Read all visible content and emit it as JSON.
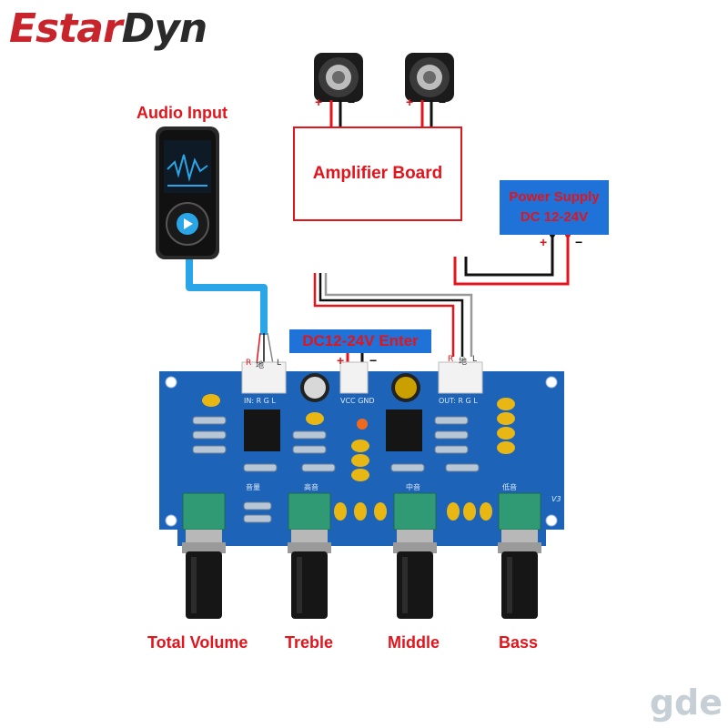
{
  "brand": {
    "part1": "Estar",
    "part2": "Dyn"
  },
  "labels": {
    "audio_input": "Audio Input",
    "amplifier_board": "Amplifier Board",
    "power_supply_line1": "Power Supply",
    "power_supply_line2": "DC 12-24V",
    "dc_enter": "DC12-24V Enter"
  },
  "polarity": {
    "plus": "+",
    "minus": "−"
  },
  "input_connector": {
    "silk": "IN: R  G  L",
    "pin_r": "R",
    "pin_g": "地",
    "pin_l": "L"
  },
  "power_connector": {
    "silk": "VCC GND"
  },
  "output_connector": {
    "silk": "OUT: R  G  L",
    "pin_r": "R",
    "pin_g": "地",
    "pin_l": "L"
  },
  "board_silk": {
    "volume": "音量",
    "treble": "高音",
    "middle": "中音",
    "bass": "低音",
    "version": "V3"
  },
  "knobs": [
    {
      "label": "Total Volume"
    },
    {
      "label": "Treble"
    },
    {
      "label": "Middle"
    },
    {
      "label": "Bass"
    }
  ],
  "watermark": "gde",
  "colors": {
    "brand_red": "#c8242b",
    "label_red": "#e2141c",
    "pcb_blue": "#1d64b8",
    "tag_blue": "#1e72d8",
    "cable_blue": "#2aa6e8",
    "pot_green": "#2f9a74"
  }
}
